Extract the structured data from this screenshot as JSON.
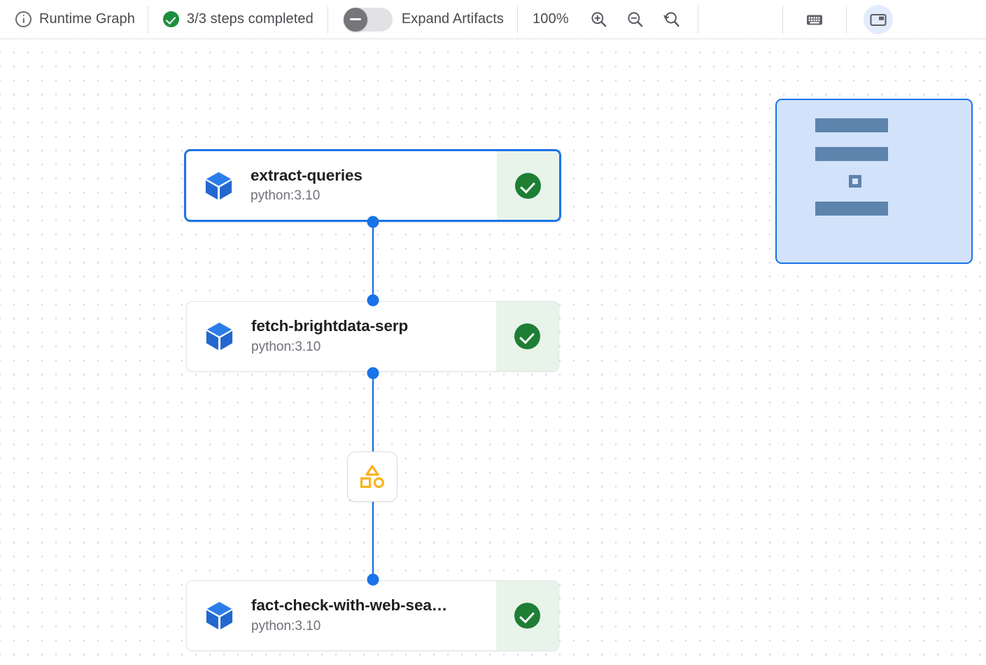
{
  "toolbar": {
    "info_icon": "info-icon",
    "title": "Runtime Graph",
    "steps_icon": "check-circle-icon",
    "steps_status": "3/3 steps completed",
    "expand_artifacts_label": "Expand Artifacts",
    "expand_artifacts_enabled": false,
    "zoom_level": "100%",
    "zoom_in_icon": "zoom-in-icon",
    "zoom_out_icon": "zoom-out-icon",
    "zoom_reset_icon": "zoom-reset-icon",
    "keyboard_icon": "keyboard-icon",
    "panel_icon": "minimap-panel-icon",
    "panel_active": true
  },
  "colors": {
    "accent_blue": "#1a73e8",
    "status_green": "#1e7e34",
    "status_green_bg": "#e8f4ea",
    "artifact_amber": "#f9b31f",
    "minimap_bg": "#d2e2fa",
    "minimap_node": "#5d84ad",
    "toolbar_text": "#4a4a4f",
    "grid_dot": "#dcdce1"
  },
  "graph": {
    "nodes": [
      {
        "id": "extract-queries",
        "icon": "cube-icon",
        "title": "extract-queries",
        "subtitle": "python:3.10",
        "status": "completed",
        "status_icon": "check-circle-icon",
        "selected": true
      },
      {
        "id": "fetch-brightdata-serp",
        "icon": "cube-icon",
        "title": "fetch-brightdata-serp",
        "subtitle": "python:3.10",
        "status": "completed",
        "status_icon": "check-circle-icon",
        "selected": false
      },
      {
        "id": "fact-check-with-web-search",
        "icon": "cube-icon",
        "title": "fact-check-with-web-sea…",
        "subtitle": "python:3.10",
        "status": "completed",
        "status_icon": "check-circle-icon",
        "selected": false
      }
    ],
    "artifact": {
      "id": "artifact-node",
      "icon": "shapes-artifact-icon"
    }
  },
  "minimap": {
    "label": "minimap"
  }
}
